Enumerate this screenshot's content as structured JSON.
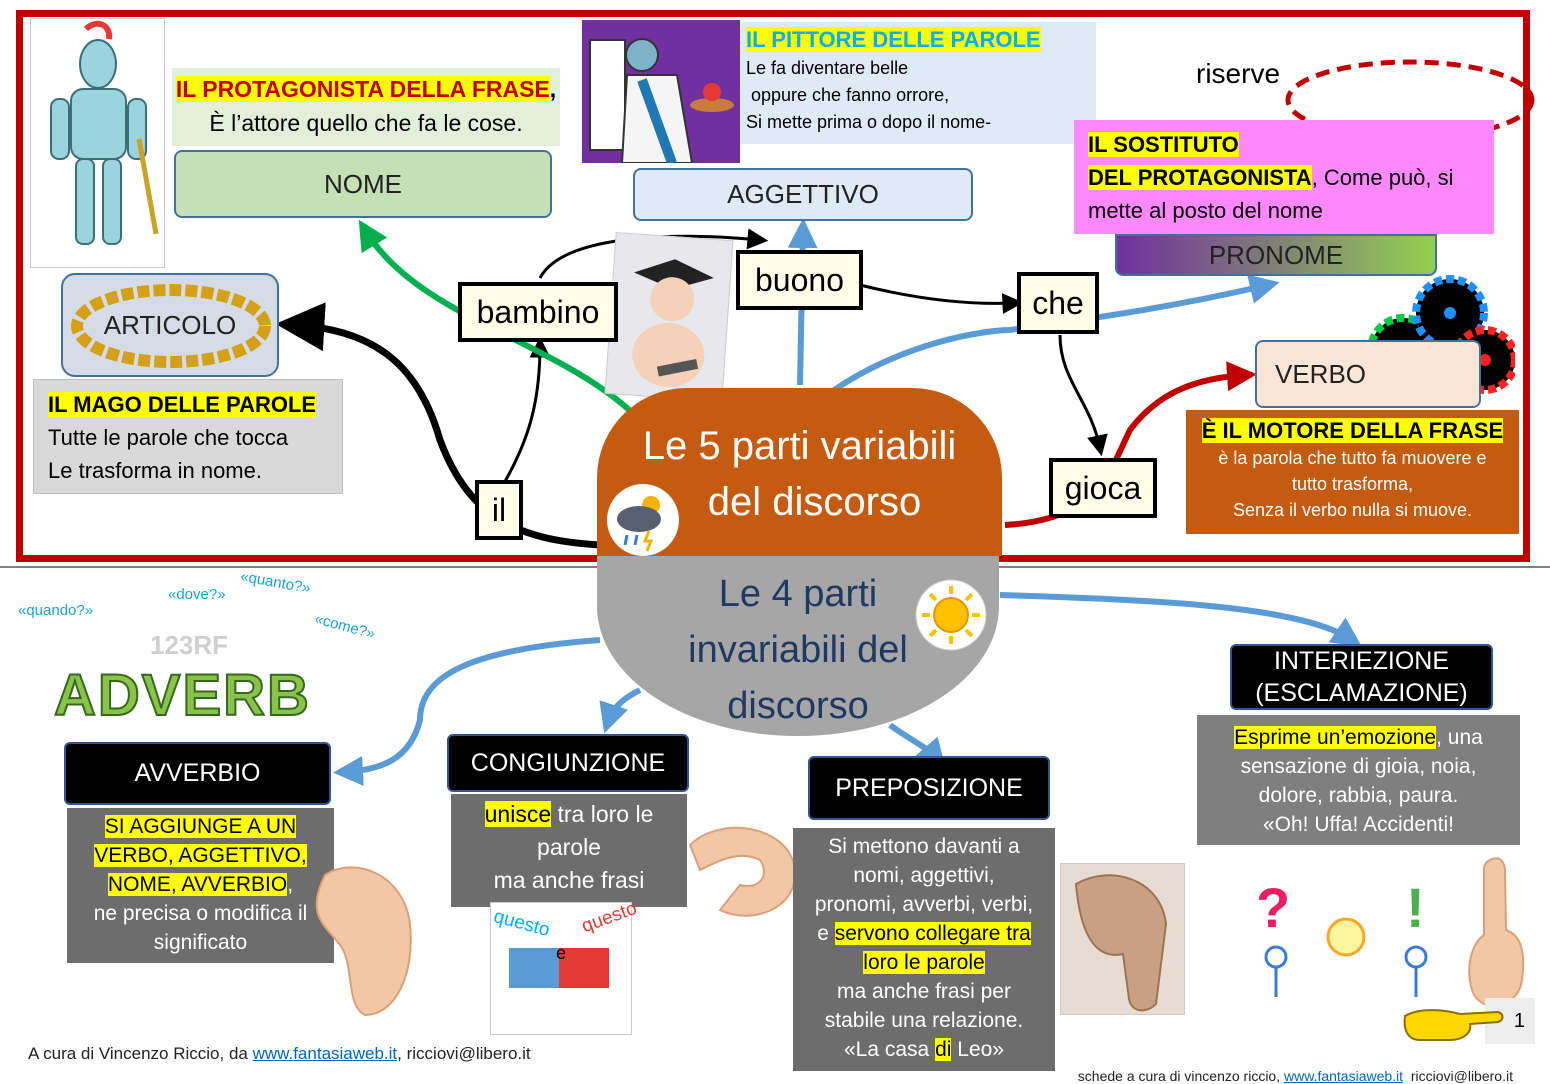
{
  "top": {
    "protagonista": {
      "title": "IL PROTAGONISTA DELLA FRASE",
      "sep": ",",
      "text": "È l’attore quello che fa le cose."
    },
    "nome": "NOME",
    "pittore": {
      "title": "IL PITTORE  DELLE PAROLE",
      "lines": [
        "Le fa diventare belle",
        " oppure che fanno orrore,",
        "Si mette prima o dopo il nome-"
      ]
    },
    "aggettivo": "AGGETTIVO",
    "riserve": "riserve",
    "sostituto": {
      "title1": "IL SOSTITUTO",
      "title2": "DEL PROTAGONISTA",
      "text1": ", Come può, si",
      "text2": "mette  al posto del nome"
    },
    "pronome": "PRONOME",
    "articolo": "ARTICOLO",
    "mago": {
      "title": "IL MAGO DELLE PAROLE",
      "lines": [
        "Tutte le parole che tocca",
        "Le trasforma in nome."
      ]
    },
    "verbo": "VERBO",
    "motore": {
      "title": "È IL MOTORE DELLA FRASE",
      "lines": [
        "è la parola che tutto fa muovere e",
        "tutto trasforma,",
        "Senza il verbo nulla si muove."
      ]
    },
    "words": {
      "bambino": "bambino",
      "buono": "buono",
      "che": "che",
      "gioca": "gioca",
      "il": "il"
    },
    "variabili_line1": "Le 5 parti variabili",
    "variabili_line2": "del discorso"
  },
  "bottom": {
    "invariabili": [
      "Le 4 parti",
      "invariabili del",
      "discorso"
    ],
    "adverb_img": {
      "word": "ADVERB",
      "q1": "«quando?»",
      "q2": "«dove?»",
      "q3": "«quanto?»",
      "q4": "«come?»",
      "wm": "123RF"
    },
    "avverbio": {
      "head": "AVVERBIO",
      "hl": [
        "SI AGGIUNGE A UN",
        "VERBO, AGGETTIVO,",
        "NOME, AVVERBIO"
      ],
      "sep": ",",
      "lines": [
        "ne precisa o modifica il",
        "significato"
      ]
    },
    "congiunzione": {
      "head": "CONGIUNZIONE",
      "hl": "unisce",
      "line1": " tra loro le",
      "line2": "parole",
      "line3": "ma anche frasi"
    },
    "puzzle": {
      "a": "questo",
      "e": "e",
      "b": "questo"
    },
    "preposizione": {
      "head": "PREPOSIZIONE",
      "lines": [
        "Si mettono davanti  a",
        "nomi, aggettivi,",
        "pronomi, avverbi, verbi,"
      ],
      "e": "e ",
      "hl1": "servono collegare tra",
      "hl2": "loro le parole",
      "lines2": [
        "ma anche frasi per",
        "stabile una relazione."
      ],
      "ex_pre": "«La casa ",
      "ex_hl": "di",
      "ex_post": " Leo»"
    },
    "interiezione": {
      "head1": "INTERIEZIONE",
      "head2": "(ESCLAMAZIONE)",
      "hl": "Esprime un’emozione",
      "text1": ", una",
      "lines": [
        "sensazione di gioia, noia,",
        "dolore, rabbia, paura.",
        "«Oh!  Uffa! Accidenti!"
      ]
    },
    "page_number": "1"
  },
  "footer": {
    "left_pre": "A cura di Vincenzo Riccio, da ",
    "left_link": "www.fantasiaweb.it",
    "left_post": ", ricciovi@libero.it",
    "right_pre": "schede a cura di vincenzo riccio, ",
    "right_link": "www.fantasiaweb.it",
    "right_post": "  ricciovi@libero.it"
  },
  "colors": {
    "frame": "#c00000",
    "center_top": "#c55a11",
    "center_bottom": "#a6a6a6",
    "green": "#00b050",
    "blue": "#5b9bd5",
    "red": "#c00000",
    "highlight": "#ffff00"
  }
}
